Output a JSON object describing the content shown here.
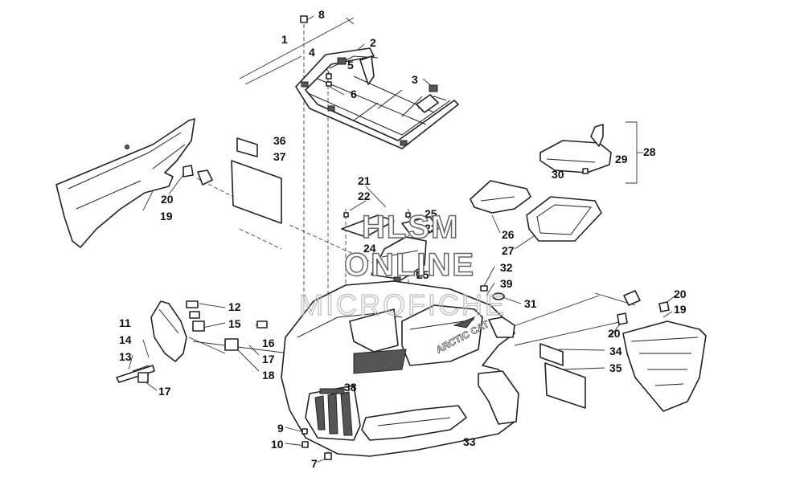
{
  "callouts": [
    {
      "id": "c1",
      "text": "1"
    },
    {
      "id": "c2",
      "text": "2"
    },
    {
      "id": "c3",
      "text": "3"
    },
    {
      "id": "c4",
      "text": "4"
    },
    {
      "id": "c5",
      "text": "5"
    },
    {
      "id": "c6",
      "text": "6"
    },
    {
      "id": "c7",
      "text": "7"
    },
    {
      "id": "c8",
      "text": "8"
    },
    {
      "id": "c9",
      "text": "9"
    },
    {
      "id": "c10",
      "text": "10"
    },
    {
      "id": "c11",
      "text": "11"
    },
    {
      "id": "c12",
      "text": "12"
    },
    {
      "id": "c13",
      "text": "13"
    },
    {
      "id": "c14",
      "text": "14"
    },
    {
      "id": "c15",
      "text": "15"
    },
    {
      "id": "c16",
      "text": "16"
    },
    {
      "id": "c17a",
      "text": "17"
    },
    {
      "id": "c17b",
      "text": "17"
    },
    {
      "id": "c18",
      "text": "18"
    },
    {
      "id": "c19a",
      "text": "19"
    },
    {
      "id": "c19b",
      "text": "19"
    },
    {
      "id": "c20a",
      "text": "20"
    },
    {
      "id": "c20b",
      "text": "20"
    },
    {
      "id": "c20c",
      "text": "20"
    },
    {
      "id": "c21",
      "text": "21"
    },
    {
      "id": "c22",
      "text": "22"
    },
    {
      "id": "c23",
      "text": "23"
    },
    {
      "id": "c24",
      "text": "24"
    },
    {
      "id": "c25a",
      "text": "25"
    },
    {
      "id": "c25b",
      "text": "25"
    },
    {
      "id": "c26",
      "text": "26"
    },
    {
      "id": "c27",
      "text": "27"
    },
    {
      "id": "c28",
      "text": "28"
    },
    {
      "id": "c29",
      "text": "29"
    },
    {
      "id": "c30",
      "text": "30"
    },
    {
      "id": "c31",
      "text": "31"
    },
    {
      "id": "c32",
      "text": "32"
    },
    {
      "id": "c33",
      "text": "33"
    },
    {
      "id": "c34",
      "text": "34"
    },
    {
      "id": "c35",
      "text": "35"
    },
    {
      "id": "c36",
      "text": "36"
    },
    {
      "id": "c37",
      "text": "37"
    },
    {
      "id": "c38",
      "text": "38"
    },
    {
      "id": "c39",
      "text": "39"
    }
  ],
  "watermark": {
    "line1": "HLSM",
    "line2": "ONLINE",
    "line3": "MICROFICHE"
  },
  "logo_text": "ARCTIC CAT"
}
